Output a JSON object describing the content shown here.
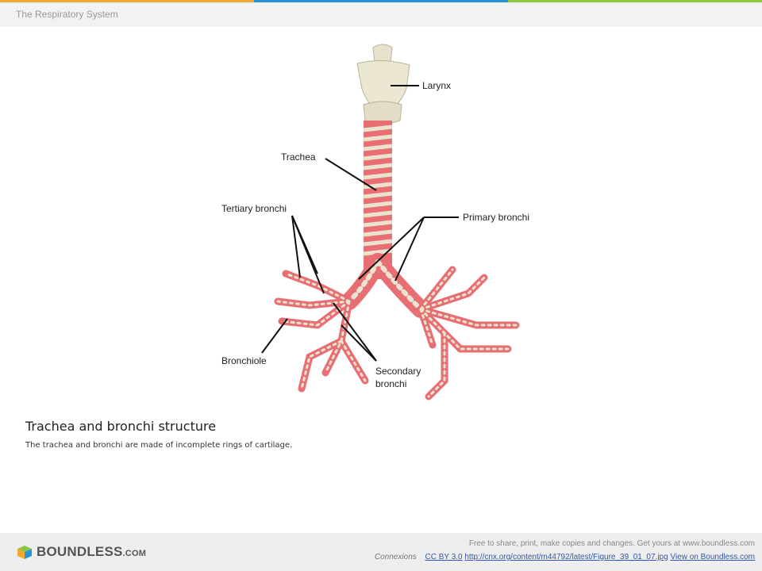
{
  "header": {
    "title": "The Respiratory System"
  },
  "accent_colors": [
    "#f0a830",
    "#2a93d5",
    "#8cc641"
  ],
  "figure": {
    "labels": {
      "larynx": "Larynx",
      "trachea": "Trachea",
      "tertiary_bronchi": "Tertiary bronchi",
      "primary_bronchi": "Primary bronchi",
      "bronchiole": "Bronchiole",
      "secondary_bronchi_line1": "Secondary",
      "secondary_bronchi_line2": "bronchi"
    }
  },
  "caption": {
    "title": "Trachea and bronchi structure",
    "text": "The trachea and bronchi are made of incomplete rings of cartilage."
  },
  "footer": {
    "logo_main": "BOUNDLESS",
    "logo_suffix": ".COM",
    "note": "Free to share, print, make copies and changes. Get yours at www.boundless.com",
    "source_label": "Connexions",
    "license_link": "CC BY 3.0",
    "source_link": "http://cnx.org/content/m44792/latest/Figure_39_01_07.jpg",
    "view_link": "View on Boundless.com"
  }
}
